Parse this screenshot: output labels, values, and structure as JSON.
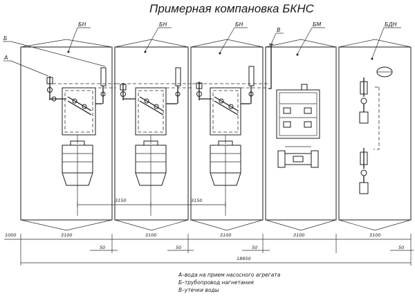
{
  "title": "Примерная компановка БКНС",
  "blocks": {
    "bn1": "БН",
    "bn2": "БН",
    "bn3": "БН",
    "bm": "БМ",
    "bdn": "БДН"
  },
  "markers": {
    "a": "А",
    "b": "Б",
    "v": "В"
  },
  "dimensions": {
    "left_edge": "1000",
    "bn1_width": "3100",
    "bn2_width": "3100",
    "bn3_width": "3100",
    "bm_width": "3100",
    "bdn_width": "3100",
    "gap_1": "50",
    "gap_2": "50",
    "gap_3": "50",
    "gap_4": "50",
    "pipe_1": "3150",
    "pipe_2": "3150",
    "total": "18950"
  },
  "legend": {
    "a": "А–вода на прием насосного агрегата",
    "b": "Б–трубопровод нагнетания",
    "v": "В–утечки воды"
  }
}
